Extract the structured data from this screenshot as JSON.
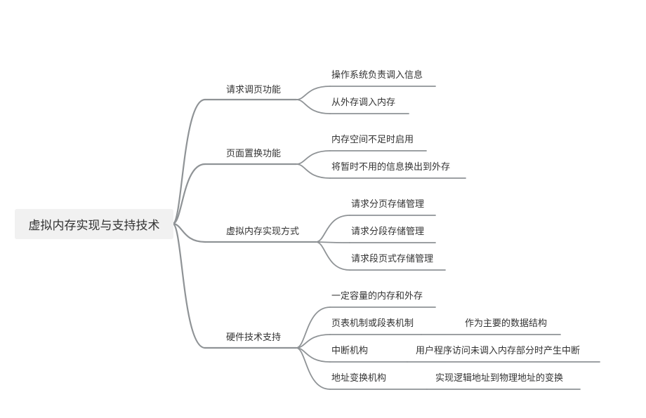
{
  "colors": {
    "line": "#8f9396",
    "root_bg": "#f1f1f1",
    "text": "#333333"
  },
  "root": "虚拟内存实现与支持技术",
  "branches": [
    {
      "label": "请求调页功能",
      "children": [
        {
          "label": "操作系统负责调入信息"
        },
        {
          "label": "从外存调入内存"
        }
      ]
    },
    {
      "label": "页面置换功能",
      "children": [
        {
          "label": "内存空间不足时启用"
        },
        {
          "label": "将暂时不用的信息换出到外存"
        }
      ]
    },
    {
      "label": "虚拟内存实现方式",
      "children": [
        {
          "label": "请求分页存储管理"
        },
        {
          "label": "请求分段存储管理"
        },
        {
          "label": "请求段页式存储管理"
        }
      ]
    },
    {
      "label": "硬件技术支持",
      "children": [
        {
          "label": "一定容量的内存和外存"
        },
        {
          "label": "页表机制或段表机制",
          "detail": "作为主要的数据结构"
        },
        {
          "label": "中断机构",
          "detail": "用户程序访问未调入内存部分时产生中断"
        },
        {
          "label": "地址变换机构",
          "detail": "实现逻辑地址到物理地址的变换"
        }
      ]
    }
  ]
}
